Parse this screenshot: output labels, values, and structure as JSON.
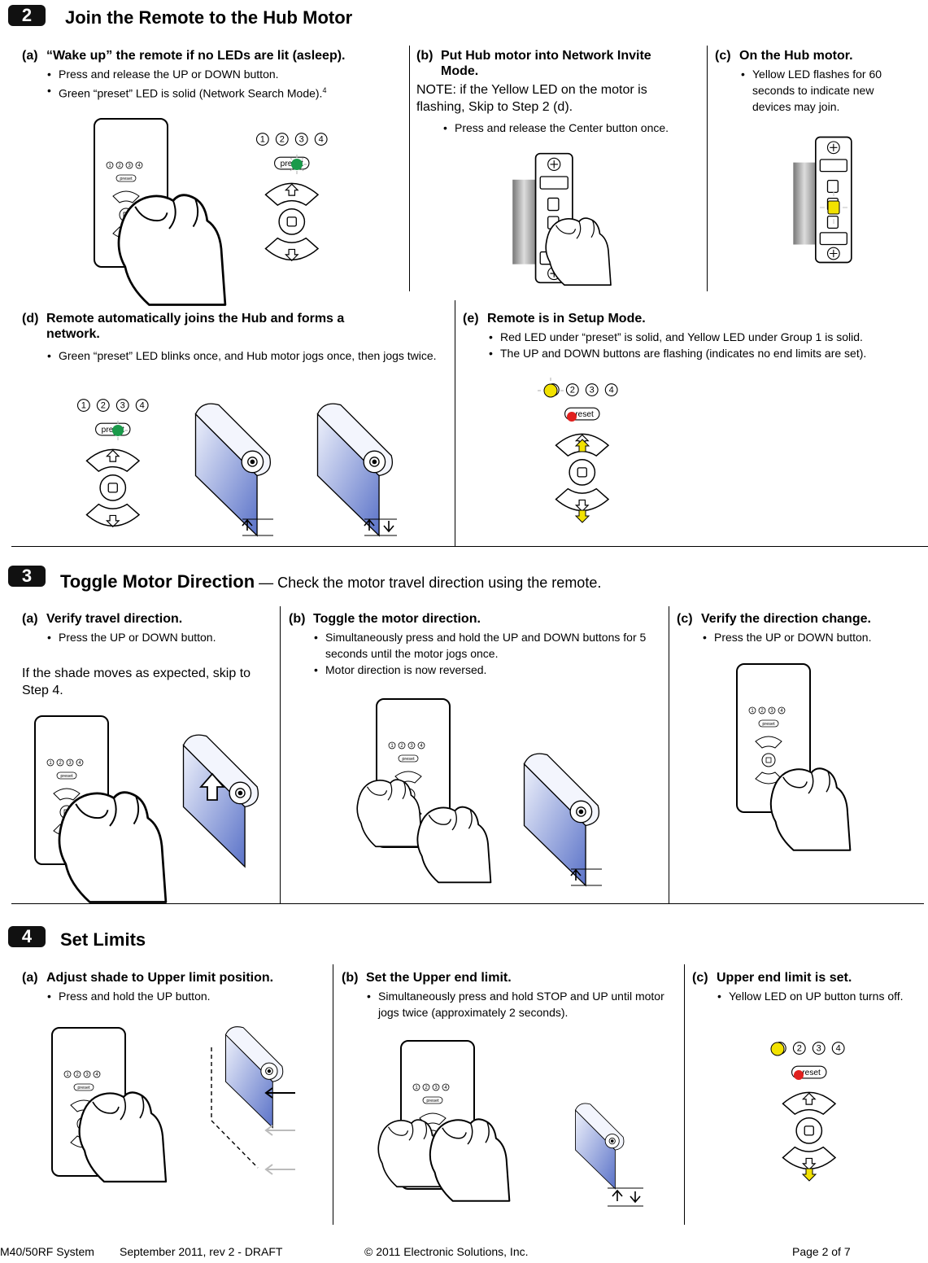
{
  "step2": {
    "number": "2",
    "title": "Join the Remote to the Hub Motor",
    "a": {
      "label": "(a)",
      "title": "“Wake up” the remote if no LEDs are lit (asleep).",
      "bullets": [
        "Press and release the UP or DOWN button.",
        "Green “preset” LED is solid (Network Search Mode)."
      ],
      "footnote": "4"
    },
    "b": {
      "label": "(b)",
      "title_line1": "Put Hub motor into Network Invite",
      "title_line2": "Mode.",
      "note": "NOTE: if the Yellow LED on the motor is flashing, Skip to Step 2 (d).",
      "bullets": [
        "Press and release the Center button once."
      ]
    },
    "c": {
      "label": "(c)",
      "title": "On the Hub motor.",
      "bullets": [
        "Yellow LED flashes for 60 seconds to indicate new devices may join."
      ]
    },
    "d": {
      "label": "(d)",
      "title_line1": "Remote automatically joins the Hub and forms a",
      "title_line2": "network.",
      "bullets": [
        "Green “preset” LED blinks once, and Hub motor jogs once, then jogs twice."
      ]
    },
    "e": {
      "label": "(e)",
      "title": "Remote is in Setup Mode.",
      "bullets": [
        "Red LED under “preset” is solid, and Yellow LED under Group 1 is solid.",
        "The UP and DOWN buttons are flashing (indicates no end limits are set)."
      ]
    }
  },
  "step3": {
    "number": "3",
    "title": "Toggle Motor Direction",
    "subtitle": " — Check the motor travel direction using the remote.",
    "a": {
      "label": "(a)",
      "title": "Verify travel direction.",
      "bullets": [
        "Press the UP or DOWN button."
      ],
      "note": "If the shade moves as expected, skip to Step 4."
    },
    "b": {
      "label": "(b)",
      "title": "Toggle the motor direction.",
      "bullets": [
        "Simultaneously press and hold the UP and DOWN buttons for 5 seconds until the motor jogs once.",
        "Motor direction is now reversed."
      ]
    },
    "c": {
      "label": "(c)",
      "title": "Verify the direction change.",
      "bullets": [
        "Press the UP or DOWN button."
      ]
    }
  },
  "step4": {
    "number": "4",
    "title": "Set Limits",
    "a": {
      "label": "(a)",
      "title": "Adjust shade to Upper limit position.",
      "bullets": [
        "Press and hold the UP button."
      ]
    },
    "b": {
      "label": "(b)",
      "title": "Set the Upper end limit.",
      "bullets": [
        "Simultaneously press and hold STOP and UP until motor jogs twice (approximately 2 seconds)."
      ]
    },
    "c": {
      "label": "(c)",
      "title": "Upper end limit is set.",
      "bullets": [
        "Yellow LED on UP button turns off."
      ]
    }
  },
  "remote": {
    "group_numbers": [
      "1",
      "2",
      "3",
      "4"
    ],
    "preset_label": "preset"
  },
  "colors": {
    "green_led": "#1a9a4a",
    "yellow_led": "#f2e200",
    "red_led": "#e0201e",
    "shade_blue": "#5a72c8"
  },
  "footer": {
    "model": "M40/50RF System",
    "date": "September 2011, rev 2 - DRAFT",
    "copyright": "© 2011 Electronic Solutions, Inc.",
    "page": "Page 2 of 7"
  }
}
